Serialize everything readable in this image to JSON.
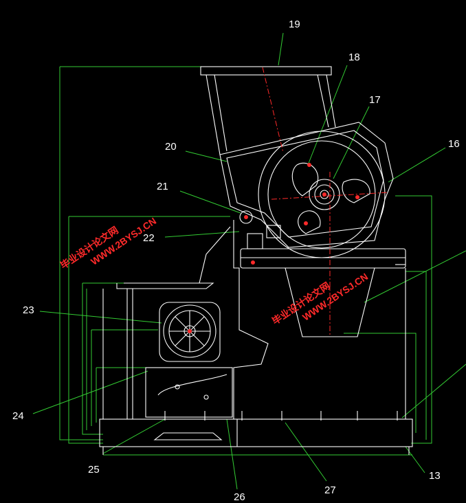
{
  "callouts": [
    {
      "id": "c19",
      "label": "19"
    },
    {
      "id": "c18",
      "label": "18"
    },
    {
      "id": "c17",
      "label": "17"
    },
    {
      "id": "c16",
      "label": "16"
    },
    {
      "id": "c20",
      "label": "20"
    },
    {
      "id": "c21",
      "label": "21"
    },
    {
      "id": "c22",
      "label": "22"
    },
    {
      "id": "c23",
      "label": "23"
    },
    {
      "id": "c24",
      "label": "24"
    },
    {
      "id": "c25",
      "label": "25"
    },
    {
      "id": "c26",
      "label": "26"
    },
    {
      "id": "c27",
      "label": "27"
    },
    {
      "id": "c13",
      "label": "13"
    }
  ],
  "watermark": {
    "cn": "毕业设计论文网",
    "url": "WWW.2BYSJ.CN"
  },
  "colors": {
    "background": "#000000",
    "linework": "#ffffff",
    "leader": "#33cc33",
    "centerline": "#ff2a2a",
    "dimension": "#66ccff",
    "watermark": "#ff2a2a"
  }
}
